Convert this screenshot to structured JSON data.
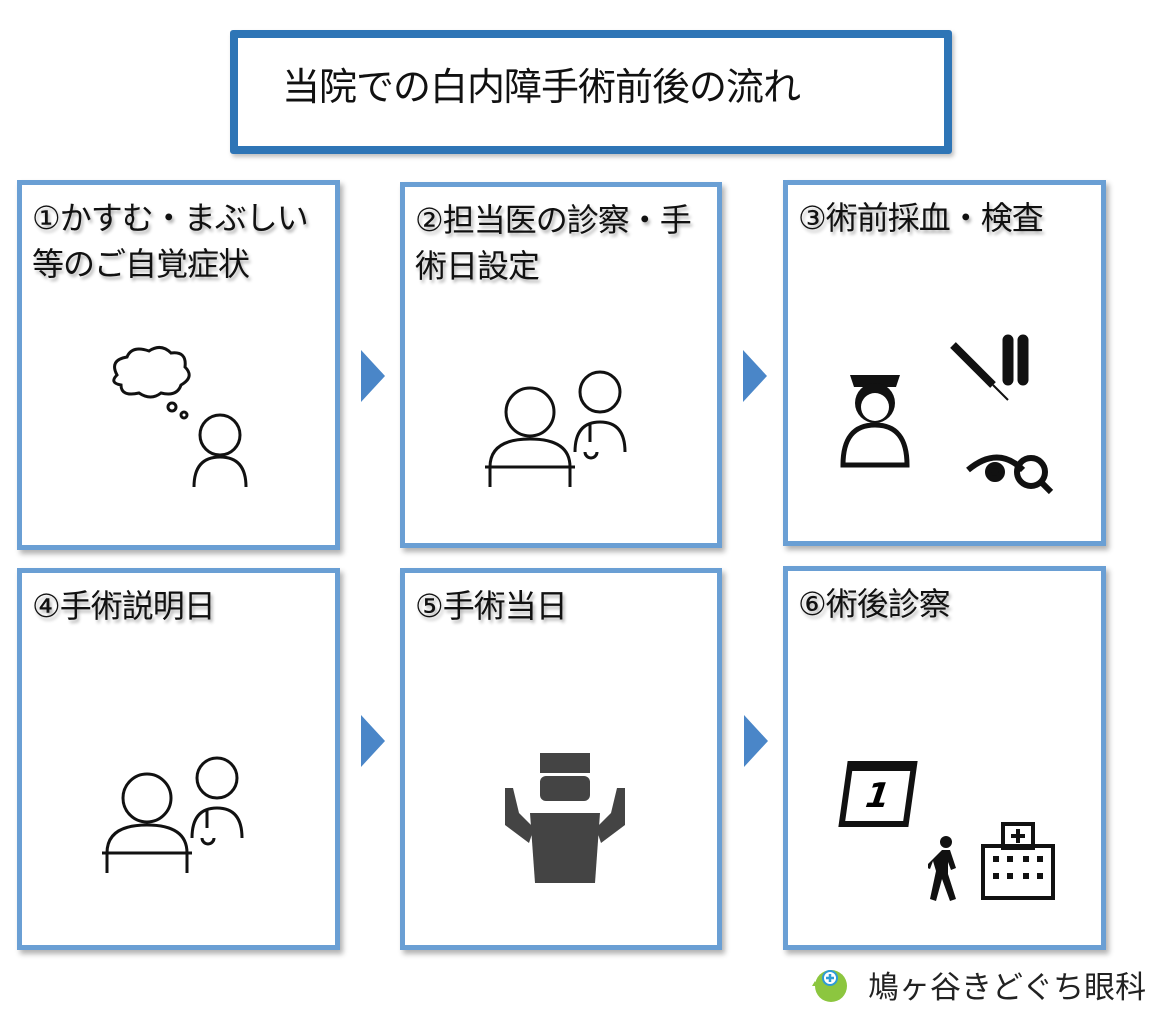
{
  "title": "当院での白内障手術前後の流れ",
  "steps": [
    {
      "label": "①かすむ・まぶしい等のご自覚症状"
    },
    {
      "label": "②担当医の診察・手術日設定"
    },
    {
      "label": "③術前採血・検査"
    },
    {
      "label": "④手術説明日"
    },
    {
      "label": "⑤手術当日"
    },
    {
      "label": "⑥術後診察"
    }
  ],
  "calendar_number": "1",
  "clinic_name": "鳩ヶ谷きどぐち眼科",
  "colors": {
    "title_border": "#2e75b6",
    "step_border": "#6a9fd4",
    "arrow": "#4a86c8",
    "logo": "#8cc63f"
  }
}
